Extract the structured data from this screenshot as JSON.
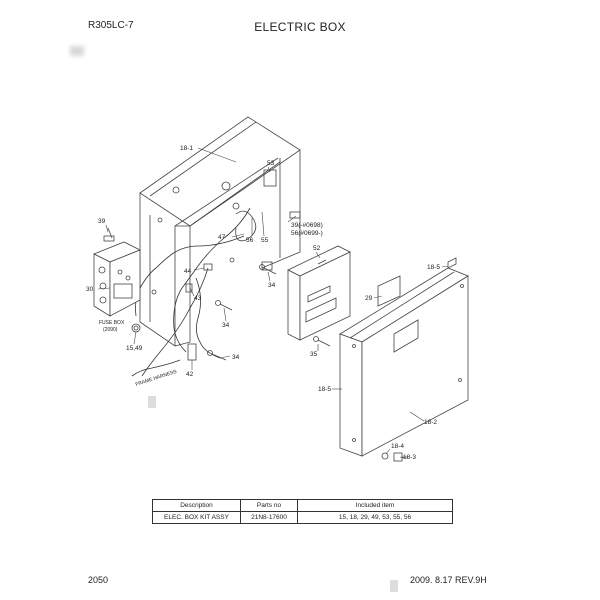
{
  "header": {
    "model": "R305LC-7",
    "title": "ELECTRIC BOX"
  },
  "callouts": {
    "c18_1": "18-1",
    "c53": "53",
    "c39a": "39",
    "c39b": "39(-#0698)",
    "c56b": "56(#0699-)",
    "c56": "56",
    "c55": "55",
    "c47": "47",
    "c52": "52",
    "c44": "44",
    "c43": "43",
    "c34a": "34",
    "c34b": "34",
    "c34c": "34",
    "c30": "30",
    "c15_49": "15,49",
    "c42": "42",
    "c35": "35",
    "c29": "29",
    "c18_5a": "18-5",
    "c18_5b": "18-5",
    "c18_2": "18-2",
    "c18_4": "18-4",
    "c18_3": "18-3"
  },
  "fuse_box": {
    "line1": "FUSE BOX",
    "line2": "(2090)"
  },
  "harness_label": "FRAME HARNESS",
  "parts_table": {
    "headers": [
      "Description",
      "Parts no",
      "Included item"
    ],
    "rows": [
      [
        "ELEC. BOX KIT ASSY",
        "21N8-17600",
        "15, 18, 29, 49, 53, 55, 56"
      ]
    ]
  },
  "footer": {
    "page": "2050",
    "revision": "2009. 8.17  REV.9H"
  }
}
